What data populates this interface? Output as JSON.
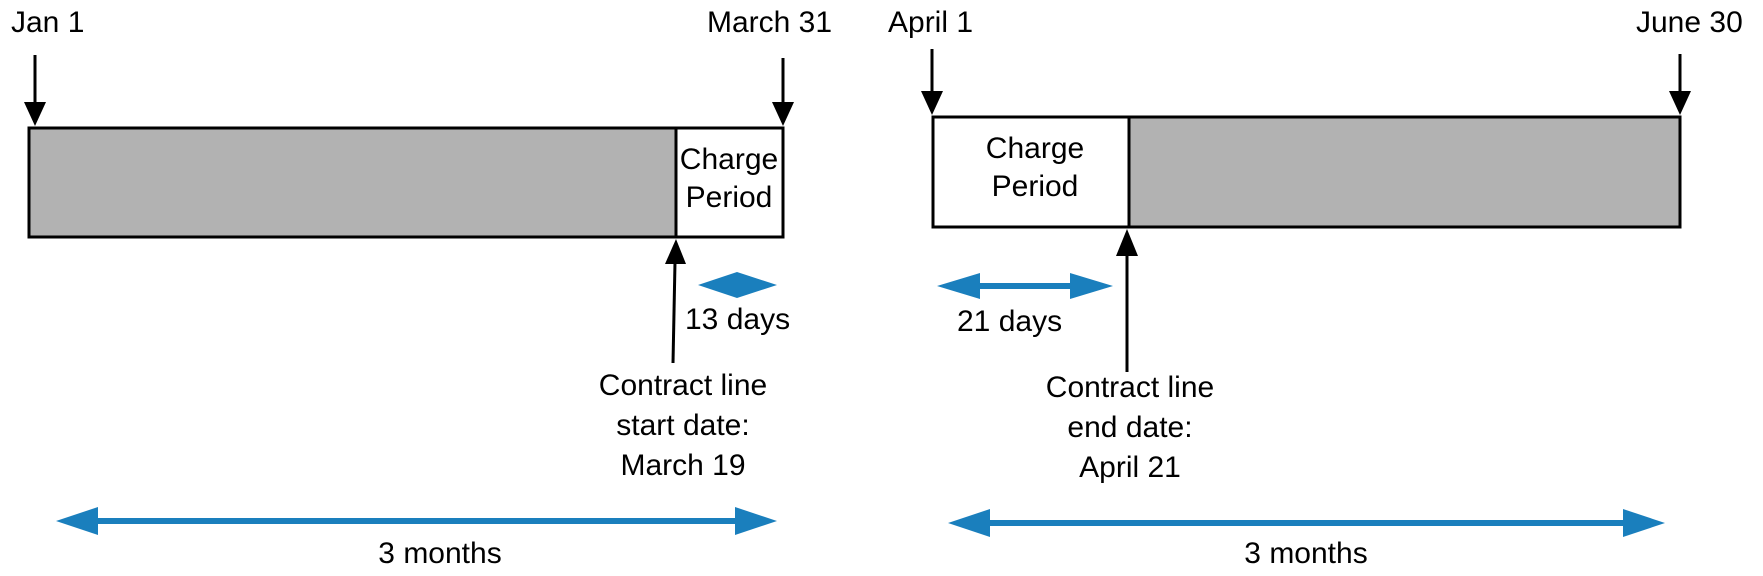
{
  "colors": {
    "fill_gray": "#b2b2b2",
    "outline": "#000000",
    "accent_blue": "#1a7fbd"
  },
  "left_timeline": {
    "start_label": "Jan 1",
    "end_label": "March 31",
    "charge_label": "Charge\nPeriod",
    "charge_days_label": "13 days",
    "contract_label": "Contract line\nstart date:\nMarch 19",
    "duration_label": "3 months"
  },
  "right_timeline": {
    "start_label": "April 1",
    "end_label": "June 30",
    "charge_label": "Charge\nPeriod",
    "charge_days_label": "21 days",
    "contract_label": "Contract line\nend date:\nApril 21",
    "duration_label": "3 months"
  }
}
